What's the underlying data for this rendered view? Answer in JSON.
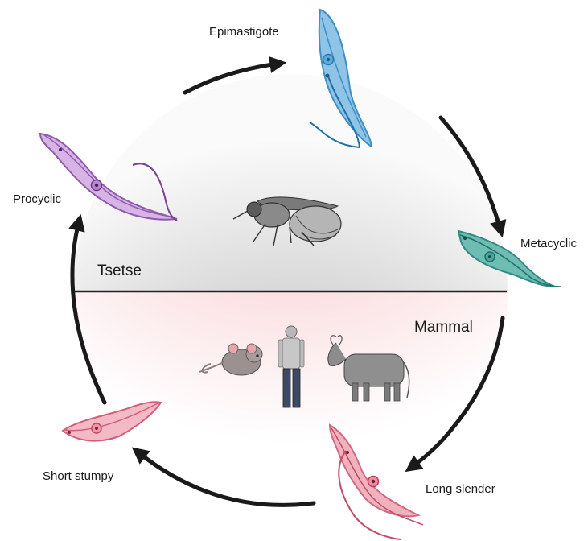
{
  "hosts": {
    "insect": "Tsetse",
    "mammal": "Mammal"
  },
  "stages": {
    "epimastigote": "Epimastigote",
    "metacyclic": "Metacyclic",
    "long_slender": "Long slender",
    "short_stumpy": "Short stumpy",
    "procyclic": "Procyclic"
  },
  "colors": {
    "tsetse_bg": "#cfcfcf",
    "mammal_bg": "#f6c3c6",
    "epimastigote": "#4f9fcf",
    "metacyclic": "#3f9c94",
    "long_slender": "#d86a86",
    "short_stumpy": "#e07d93",
    "procyclic": "#a76ac3",
    "arrow": "#1a1a1a"
  },
  "icons": [
    "tsetse-fly-icon",
    "mouse-icon",
    "human-icon",
    "cow-icon"
  ]
}
